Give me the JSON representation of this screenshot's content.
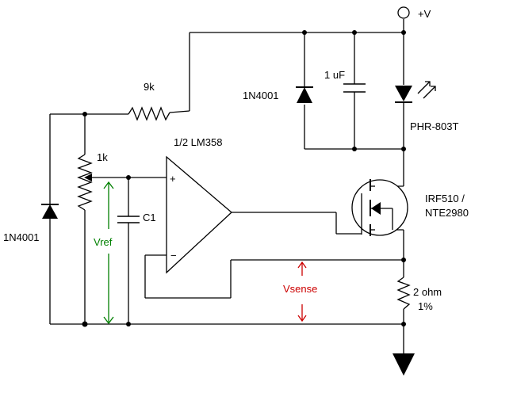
{
  "labels": {
    "supply": "+V",
    "r_series": "9k",
    "diode_top": "1N4001",
    "cap_top": "1 uF",
    "led": "PHR-803T",
    "pot": "1k",
    "opamp": "1/2 LM358",
    "cap_c1": "C1",
    "diode_left": "1N4001",
    "vref": "Vref",
    "mosfet_line1": "IRF510 /",
    "mosfet_line2": "NTE2980",
    "vsense": "Vsense",
    "r_sense_line1": "2 ohm",
    "r_sense_line2": "1%",
    "opamp_plus": "+",
    "opamp_minus": "−"
  },
  "colors": {
    "wire": "#000000",
    "vref": "#008000",
    "vsense": "#cc0000",
    "background": "#ffffff"
  }
}
